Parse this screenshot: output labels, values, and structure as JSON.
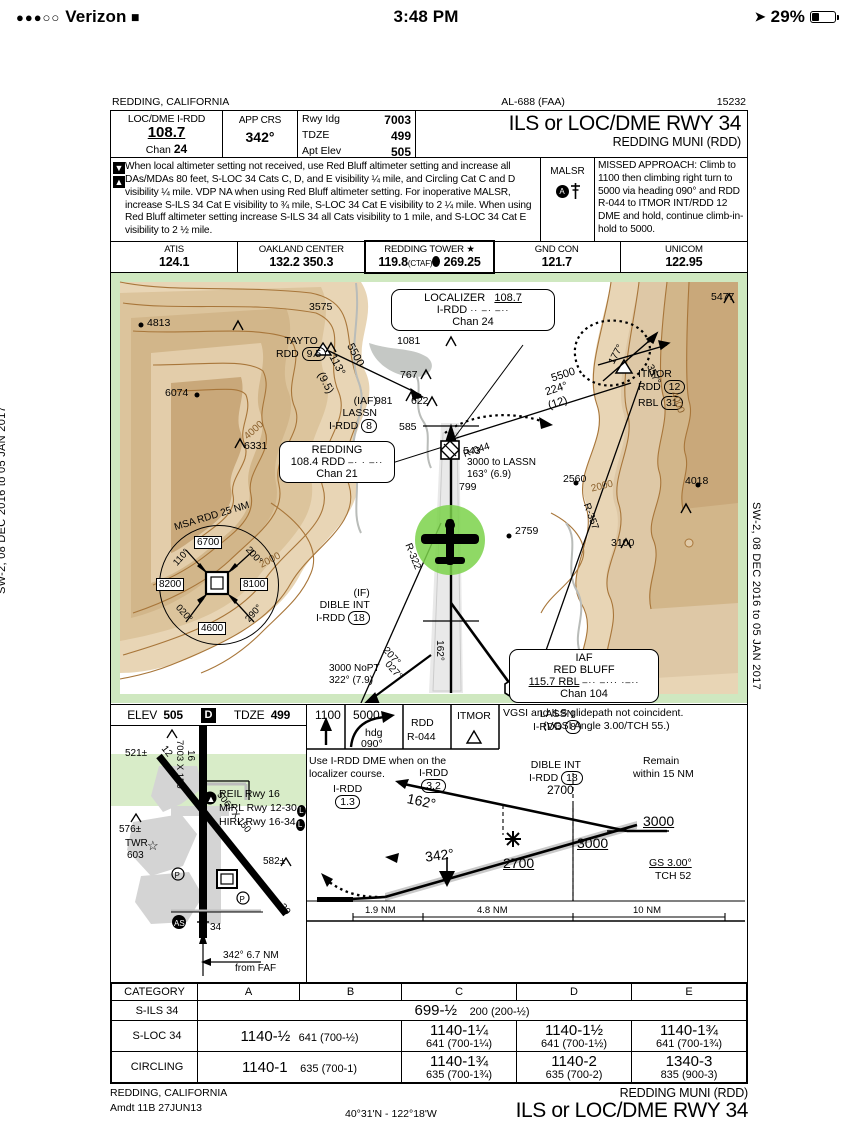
{
  "statusbar": {
    "carrier": "Verizon",
    "signal_dots": "●●●○○",
    "wifi_icon": "wifi-icon",
    "time": "3:48 PM",
    "location_icon": "location-arrow-icon",
    "battery_pct": "29%"
  },
  "chart": {
    "top_left_city": "REDDING, CALIFORNIA",
    "al_number": "AL-688 (FAA)",
    "chart_number": "15232",
    "title_line1": "ILS or LOC/DME RWY 34",
    "title_line2": "REDDING MUNI (RDD)",
    "side_margin_text": "SW-2, 08 DEC 2016 to 05 JAN 2017",
    "ident": {
      "loc_label": "LOC/DME  I-RDD",
      "loc_freq": "108.7",
      "loc_chan_label": "Chan",
      "loc_chan": "24",
      "app_crs_label": "APP CRS",
      "app_crs": "342°",
      "rwy_ldg_label": "Rwy Idg",
      "rwy_ldg": "7003",
      "tdze_label": "TDZE",
      "tdze": "499",
      "apt_elev_label": "Apt Elev",
      "apt_elev": "505"
    },
    "notes": "When local altimeter setting not received, use Red Bluff altimeter setting and increase all DAs/MDAs 80 feet, S-LOC 34 Cats C, D, and E visibility ¼ mile, and Circling Cat C and D visibility ¼ mile. VDP NA when using Red Bluff altimeter setting. For inoperative MALSR, increase S-ILS 34 Cat E visibility to ¾ mile, S-LOC 34 Cat E visibility to 2 ¼ mile.  When using Red Bluff altimeter setting increase S-ILS 34 all Cats visibility to 1 mile, and S-LOC 34 Cat E visibility to 2 ½ mile.",
    "malsr_label": "MALSR",
    "missed_approach": "MISSED APPROACH:  Climb to 1100 then climbing right turn to 5000 via heading 090° and RDD R-044 to ITMOR INT/RDD 12 DME and hold, continue climb-in-hold to 5000.",
    "comms": [
      {
        "name": "ATIS",
        "freq": "124.1"
      },
      {
        "name": "OAKLAND CENTER",
        "freq": "132.2  350.3"
      },
      {
        "name": "REDDING TOWER ★",
        "freq": "119.8",
        "ctaf": "(CTAF)",
        "freq2": "269.25",
        "highlight": true
      },
      {
        "name": "GND CON",
        "freq": "121.7"
      },
      {
        "name": "UNICOM",
        "freq": "122.95"
      }
    ],
    "planview": {
      "localizer_box": {
        "title": "LOCALIZER",
        "freq": "108.7",
        "ident": "I-RDD",
        "chan": "Chan 24"
      },
      "redding_box": {
        "title": "REDDING",
        "freq_ident": "108.4 RDD",
        "chan": "Chan 21"
      },
      "redbluff_box": {
        "iaf": "IAF",
        "title": "RED BLUFF",
        "freq_ident": "115.7  RBL",
        "chan": "Chan 104"
      },
      "tayto": {
        "name": "TAYTO",
        "dme": "RDD",
        "dist": "9.5"
      },
      "itmor": {
        "name": "ITMOR",
        "rdd_label": "RDD",
        "rdd": "12",
        "rbl_label": "RBL",
        "rbl": "31"
      },
      "lassn": {
        "iaf": "(IAF)",
        "name": "LASSN",
        "dme_label": "I-RDD",
        "dme": "8"
      },
      "dible": {
        "if": "(IF)",
        "name": "DIBLE INT",
        "dme_label": "I-RDD",
        "dme": "18"
      },
      "route_tayto": "5500\n113°\n(9.5)",
      "route_tayto_alt": "5500",
      "route_tayto_crs": "113°",
      "route_tayto_dist": "(9.5)",
      "route_itmor_alt": "5500",
      "route_itmor_crs": "224°",
      "route_itmor_dist": "(12)",
      "radial_r044": "R-044",
      "radial_r357": "R-357",
      "radial_r322": "R-322",
      "hold_in": "177°",
      "hold_out": "357°",
      "lassn_note": "3000 to LASSN",
      "lassn_note2": "163° (6.9)",
      "nopt": "3000 NoPT",
      "nopt2": "322° (7.9)",
      "course_162": "162°",
      "course_207": "207°",
      "course_027": "027°",
      "elevations": [
        "4813",
        "6331",
        "6074",
        "3575",
        "1081",
        "767",
        "981",
        "622",
        "585",
        "543",
        "799",
        "2560",
        "2759",
        "3100",
        "4018",
        "5477"
      ],
      "contour_labels": [
        "4000",
        "2000"
      ],
      "msa": {
        "title": "MSA RDD 25 NM",
        "n": "6700",
        "e": "8100",
        "s": "4600",
        "w": "8200",
        "b1": "110°",
        "b2": "200°",
        "b3": "290°",
        "b4": "020°"
      }
    },
    "airport": {
      "elev_label": "ELEV",
      "elev": "505",
      "d_badge": "D",
      "tdze_label": "TDZE",
      "tdze": "499",
      "reil": "REIL Rwy 16",
      "mirl": "MIRL Rwy 12-30",
      "hirl": "HIRL Rwy 16-34",
      "twr_label": "TWR",
      "twr_elev": "603",
      "rwy1": "7003 X 150",
      "rwy2": "5067 X 150",
      "rwy_16": "16",
      "rwy_34": "34",
      "rwy_12": "12",
      "rwy_30": "30",
      "spot1": "521±",
      "spot2": "576±",
      "spot3": "582±",
      "faf_note1": "342° 6.7 NM",
      "faf_note2": "from FAF"
    },
    "profile": {
      "ma_alt1": "1100",
      "ma_alt2": "5000",
      "ma_hdg": "hdg",
      "ma_hdg_val": "090°",
      "ma_radial1": "RDD",
      "ma_radial2": "R-044",
      "ma_fix": "ITMOR",
      "dme_note1": "Use I-RDD DME when on the",
      "dme_note2": "localizer course.",
      "dme_1_label": "I-RDD",
      "dme_1": "1.3",
      "dme_2_label": "I-RDD",
      "dme_2": "3.2",
      "lassn_label": "LASSN",
      "lassn_dme_label": "I-RDD",
      "lassn_dme": "8",
      "dible_label": "DIBLE INT",
      "dible_dme_label": "I-RDD",
      "dible_dme": "18",
      "vgsi1": "VGSI and ILS glidepath not coincident.",
      "vgsi2": "(VGSI Angle 3.00/TCH 55.)",
      "remain1": "Remain",
      "remain2": "within 15 NM",
      "alt_2700": "2700",
      "alt_2700b": "2700",
      "alt_3000a": "3000",
      "alt_3000b": "3000",
      "crs_162": "162°",
      "crs_342": "342°",
      "gs1": "GS 3.00°",
      "gs2": "TCH 52",
      "d1": "1.9 NM",
      "d2": "4.8 NM",
      "d3": "10 NM"
    },
    "minimums": {
      "header": [
        "CATEGORY",
        "A",
        "B",
        "C",
        "D",
        "E"
      ],
      "rows": [
        {
          "label": "S-ILS 34",
          "span_all": true,
          "value": "699-½",
          "value_sub": "200 (200-½)"
        },
        {
          "label": "S-LOC 34",
          "ab": {
            "main": "1140-½",
            "sub": "641 (700-½)"
          },
          "c": {
            "main": "1140-1¼",
            "sub": "641 (700-1¼)"
          },
          "d": {
            "main": "1140-1½",
            "sub": "641 (700-1½)"
          },
          "e": {
            "main": "1140-1¾",
            "sub": "641 (700-1¾)"
          }
        },
        {
          "label": "CIRCLING",
          "ab": {
            "main": "1140-1",
            "sub": "635 (700-1)"
          },
          "c": {
            "main": "1140-1¾",
            "sub": "635 (700-1¾)"
          },
          "d": {
            "main": "1140-2",
            "sub": "635 (700-2)"
          },
          "e": {
            "main": "1340-3",
            "sub": "835 (900-3)"
          }
        }
      ]
    },
    "footer": {
      "city": "REDDING, CALIFORNIA",
      "amdt": "Amdt 11B  27JUN13",
      "coords": "40°31'N - 122°18'W",
      "airport": "REDDING MUNI (RDD)",
      "title": "ILS or LOC/DME RWY 34"
    }
  }
}
